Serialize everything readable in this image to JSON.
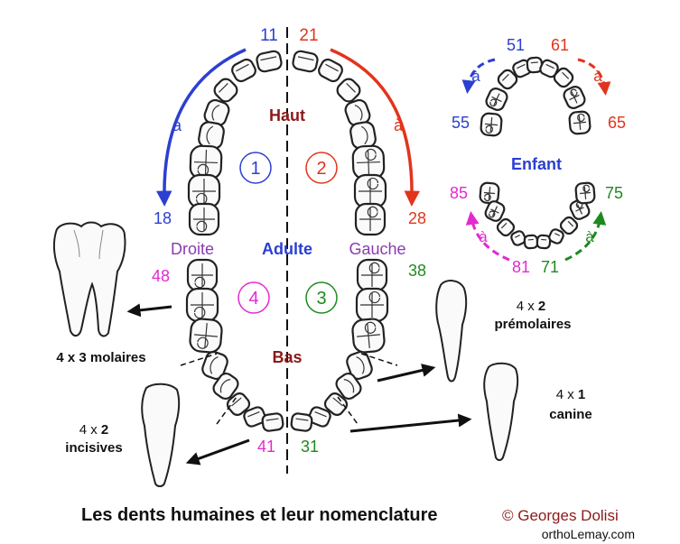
{
  "colors": {
    "blue": "#2b3fd1",
    "red": "#e2341c",
    "magenta": "#e22ad0",
    "green": "#1e8a1e",
    "maroon": "#8a1a1a",
    "purple": "#8a3bb0",
    "black": "#111111"
  },
  "adult": {
    "label": "Adulte",
    "top_label": "Haut",
    "bottom_label": "Bas",
    "right_side_label": "Droite",
    "left_side_label": "Gauche",
    "quadrants": [
      "1",
      "2",
      "3",
      "4"
    ],
    "numbers": {
      "q1_start": "11",
      "q2_start": "21",
      "q1_end": "18",
      "q2_end": "28",
      "q4_end": "48",
      "q3_end": "38",
      "q4_start": "41",
      "q3_start": "31"
    },
    "a_word": "à"
  },
  "child": {
    "label": "Enfant",
    "numbers": {
      "ul": "51",
      "ur": "61",
      "ul_end": "55",
      "ur_end": "65",
      "ll_end": "85",
      "lr_end": "75",
      "ll_start": "81",
      "lr_start": "71"
    },
    "a_word": "à"
  },
  "tooth_types": {
    "molars": {
      "count": "4 x",
      "num": "3",
      "word": "molaires"
    },
    "premolars": {
      "count": "4 x",
      "num": "2",
      "word": "prémolaires"
    },
    "incisors": {
      "count": "4 x",
      "num": "2",
      "word": "incisives"
    },
    "canine": {
      "count": "4 x",
      "num": "1",
      "word": "canine"
    }
  },
  "footer": {
    "title": "Les dents humaines et leur nomenclature",
    "copyright": "© Georges Dolisi",
    "site": "orthoLemay.com"
  }
}
